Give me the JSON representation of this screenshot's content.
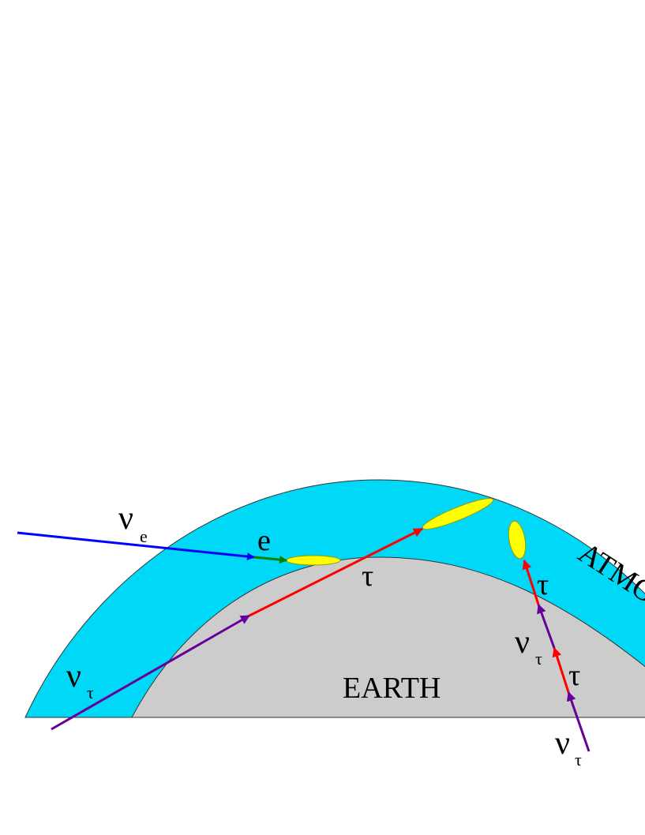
{
  "labels": {
    "atmosphere": "ATMOSPHERE",
    "earth": "EARTH",
    "electron": "e",
    "tau_1": "τ",
    "tau_2": "τ",
    "tau_3": "τ",
    "nu_e": {
      "symbol": "ν",
      "subscript": "e"
    },
    "nu_tau_left": {
      "symbol": "ν",
      "subscript": "τ"
    },
    "nu_tau_mid": {
      "symbol": "ν",
      "subscript": "τ"
    },
    "nu_tau_bottom": {
      "symbol": "ν",
      "subscript": "τ"
    }
  },
  "colors": {
    "atmosphere": "#00d8f8",
    "earth": "#cccccc",
    "shower": "#ffff00",
    "nu_e": "#0000ff",
    "electron": "#008000",
    "tau": "#ff0000",
    "nu_tau": "#660099"
  }
}
